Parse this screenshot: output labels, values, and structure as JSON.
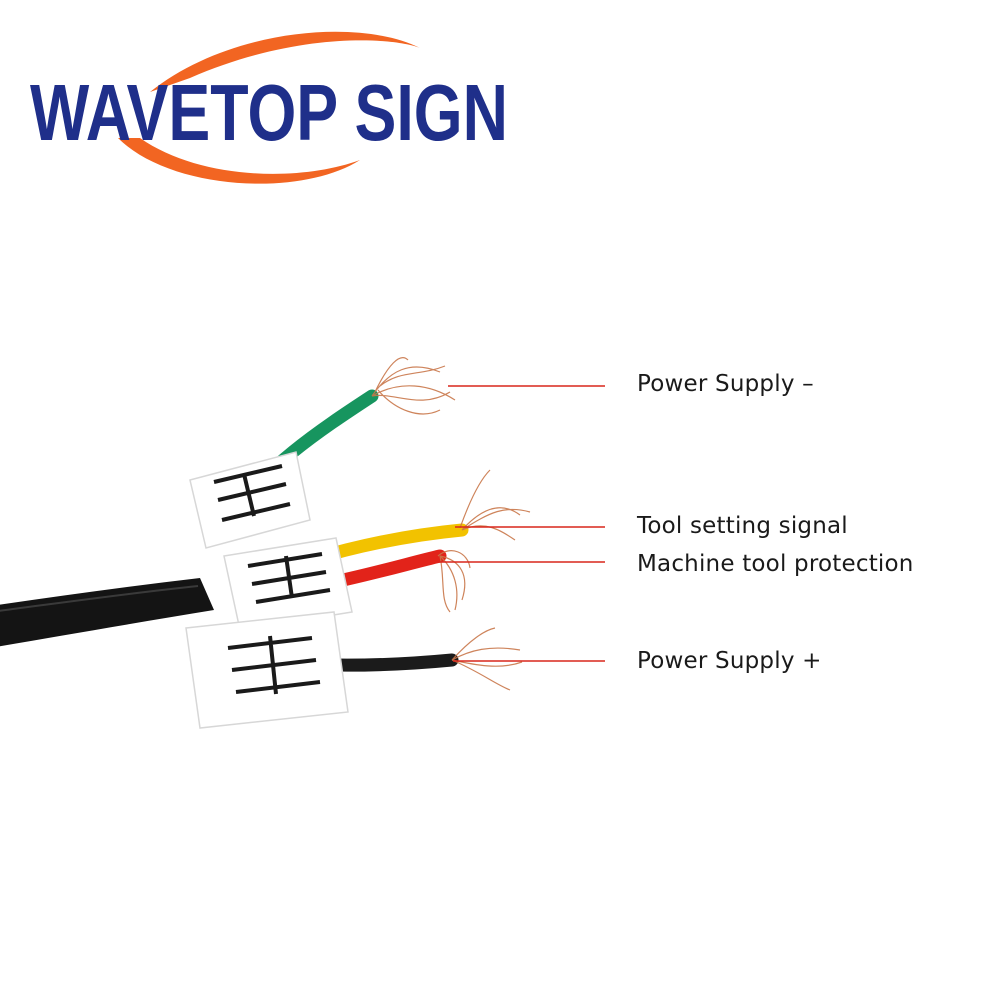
{
  "brand": {
    "name": "WAVETOP SIGN",
    "text_color": "#1f2f8a",
    "swoosh_color": "#f26522"
  },
  "callouts": [
    {
      "label": "Power Supply –",
      "wire_color": "#17955f"
    },
    {
      "label": "Tool setting signal",
      "wire_color": "#f2c200"
    },
    {
      "label": "Machine tool protection",
      "wire_color": "#e2231a"
    },
    {
      "label": "Power Supply +",
      "wire_color": "#1b1b1b"
    }
  ],
  "leader_line_color": "#d9261c",
  "cable_color": "#141414"
}
